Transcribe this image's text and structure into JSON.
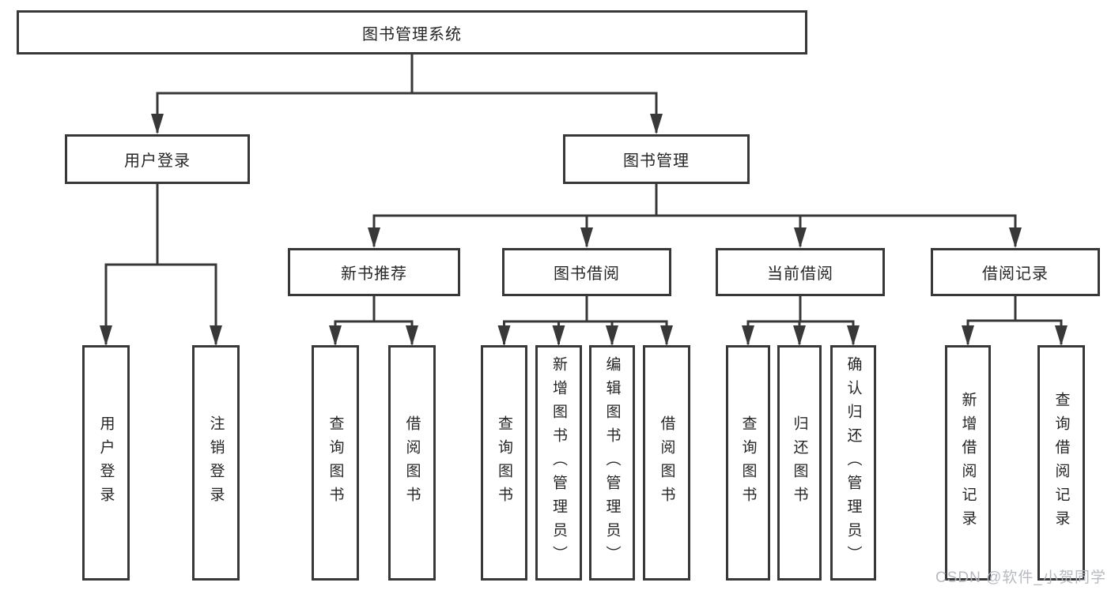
{
  "nodes": {
    "root": "图书管理系统",
    "level2": {
      "userLogin": "用户登录",
      "bookMgmt": "图书管理"
    },
    "level3": {
      "newBook": "新书推荐",
      "bookBorrow": "图书借阅",
      "currentBorrow": "当前借阅",
      "borrowRecord": "借阅记录"
    },
    "leaves": {
      "userLogin1": "用户登录",
      "userLogin2": "注销登录",
      "newBook1": "查询图书",
      "newBook2": "借阅图书",
      "bookBorrow1": "查询图书",
      "bookBorrow2": "新增图书（管理员）",
      "bookBorrow3": "编辑图书（管理员）",
      "bookBorrow4": "借阅图书",
      "currentBorrow1": "查询图书",
      "currentBorrow2": "归还图书",
      "currentBorrow3": "确认归还（管理员）",
      "borrowRecord1": "新增借阅记录",
      "borrowRecord2": "查询借阅记录"
    }
  },
  "watermark": "CSDN @软件_小贺同学",
  "colors": {
    "line": "#383838",
    "text": "#262626",
    "watermark": "#b3b6bd",
    "background": "#ffffff"
  }
}
